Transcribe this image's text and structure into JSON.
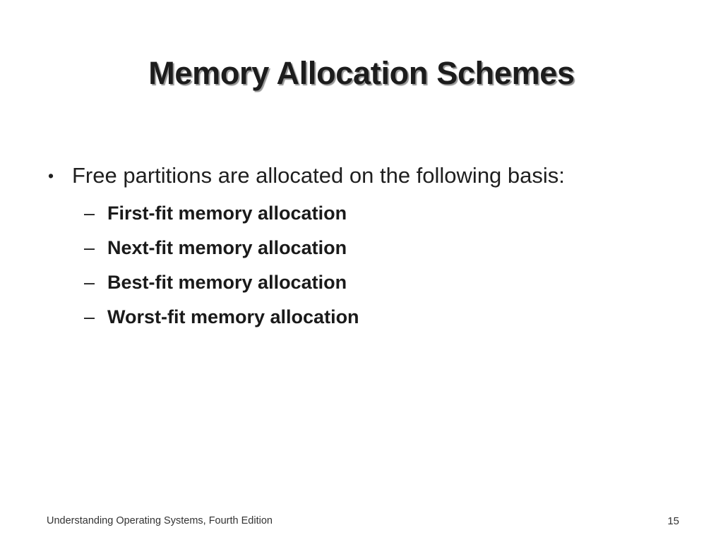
{
  "slide": {
    "title": "Memory Allocation Schemes",
    "body": {
      "main_bullet": {
        "marker": "•",
        "text": "Free partitions are allocated on the following basis:"
      },
      "sub_bullets": [
        {
          "marker": "–",
          "text": "First-fit memory allocation"
        },
        {
          "marker": "–",
          "text": "Next-fit memory allocation"
        },
        {
          "marker": "–",
          "text": "Best-fit memory allocation"
        },
        {
          "marker": "–",
          "text": "Worst-fit memory allocation"
        }
      ]
    },
    "footer": {
      "source": "Understanding Operating Systems, Fourth Edition",
      "page_number": "15"
    },
    "colors": {
      "background": "#ffffff",
      "text": "#1a1a1a",
      "title_shadow": "#828282",
      "footer_text": "#333333"
    }
  }
}
